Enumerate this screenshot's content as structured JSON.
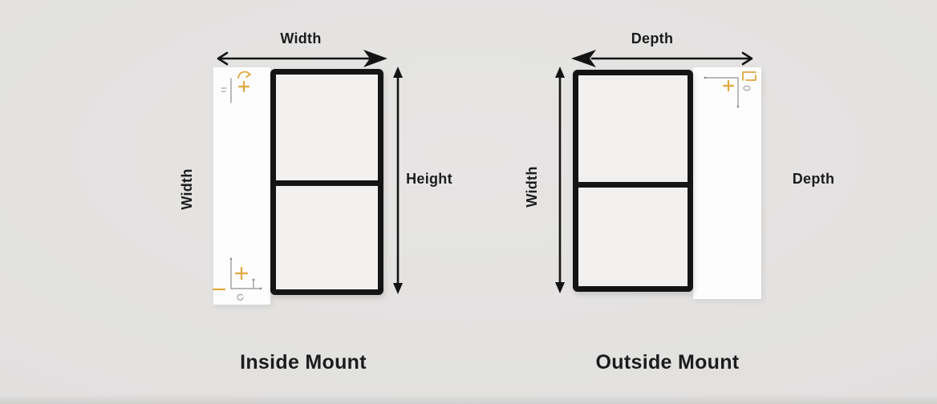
{
  "colors": {
    "background": "#e1e0df",
    "frame": "#141414",
    "pane": "#f1f0ef",
    "panel": "#fdfdfd",
    "accent": "#e0a83e",
    "mark_gray": "#8f8f8f",
    "text": "#1c1c1c"
  },
  "diagrams": [
    {
      "caption": "Inside Mount",
      "top_label": "Width",
      "side_label": "Width",
      "opposite_label": "Height"
    },
    {
      "caption": "Outside Mount",
      "top_label": "Depth",
      "side_label": "Width",
      "opposite_label": "Depth"
    }
  ],
  "marks": {
    "accent_color": "#e0a83e",
    "types": [
      "plus",
      "dash",
      "corner-ruler",
      "hook-bracket",
      "oval"
    ]
  }
}
